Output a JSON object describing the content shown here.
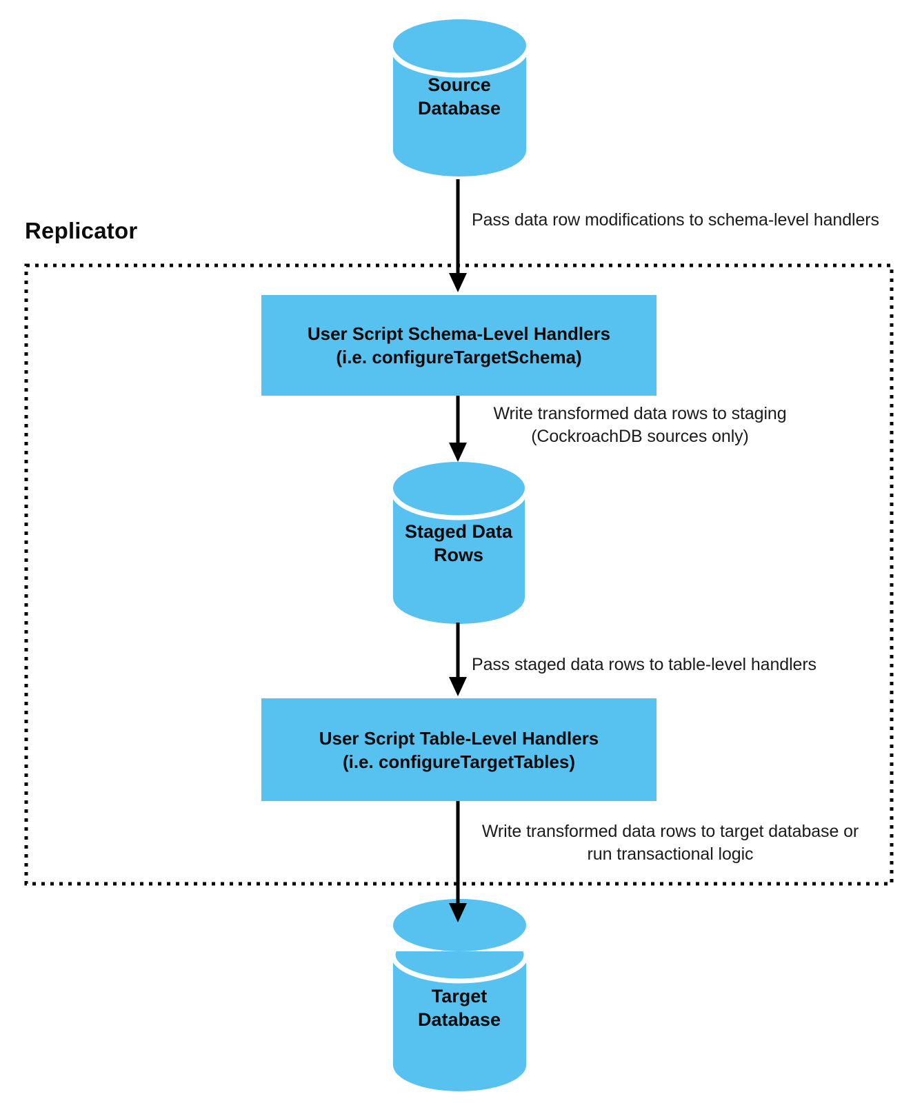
{
  "colors": {
    "node_fill": "#57C2F0",
    "line_color": "#000000",
    "text_color": "#1b1b1b"
  },
  "group": {
    "label": "Replicator"
  },
  "nodes": {
    "source_db": {
      "line1": "Source",
      "line2": "Database"
    },
    "schema_handlers": {
      "line1": "User Script Schema-Level Handlers",
      "line2": "(i.e. configureTargetSchema)"
    },
    "staged_rows": {
      "line1": "Staged Data",
      "line2": "Rows"
    },
    "table_handlers": {
      "line1": "User Script Table-Level Handlers",
      "line2": "(i.e. configureTargetTables)"
    },
    "target_db": {
      "line1": "Target",
      "line2": "Database"
    }
  },
  "edges": {
    "source_to_schema": {
      "line1": "Pass data row modifications to schema-level handlers",
      "line2": ""
    },
    "schema_to_staged": {
      "line1": "Write transformed data rows to staging",
      "line2": "(CockroachDB sources only)"
    },
    "staged_to_table": {
      "line1": "Pass staged data rows to table-level handlers",
      "line2": ""
    },
    "table_to_target": {
      "line1": "Write transformed data rows to target database or",
      "line2": "run transactional logic"
    }
  }
}
